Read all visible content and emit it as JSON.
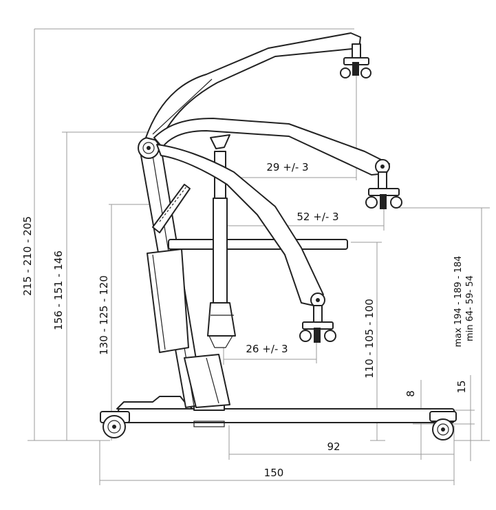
{
  "dimensions": {
    "total_height": "215 - 210 - 205",
    "pivot_height": "156 - 151 - 146",
    "handle_height": "130 - 125 - 120",
    "boom_reach_top": "29 +/- 3",
    "boom_reach_mid": "52 +/- 3",
    "leg_height": "110 - 105 - 100",
    "boom_reach_low": "26 +/- 3",
    "lift_max": "max 194 - 189 - 184",
    "lift_min": "min 64- 59- 54",
    "base_clearance": "8",
    "wheel_height": "15",
    "leg_length": "92",
    "total_length": "150"
  },
  "colors": {
    "outline": "#222222",
    "dimension_line": "#9a9a9a",
    "background": "#ffffff"
  }
}
